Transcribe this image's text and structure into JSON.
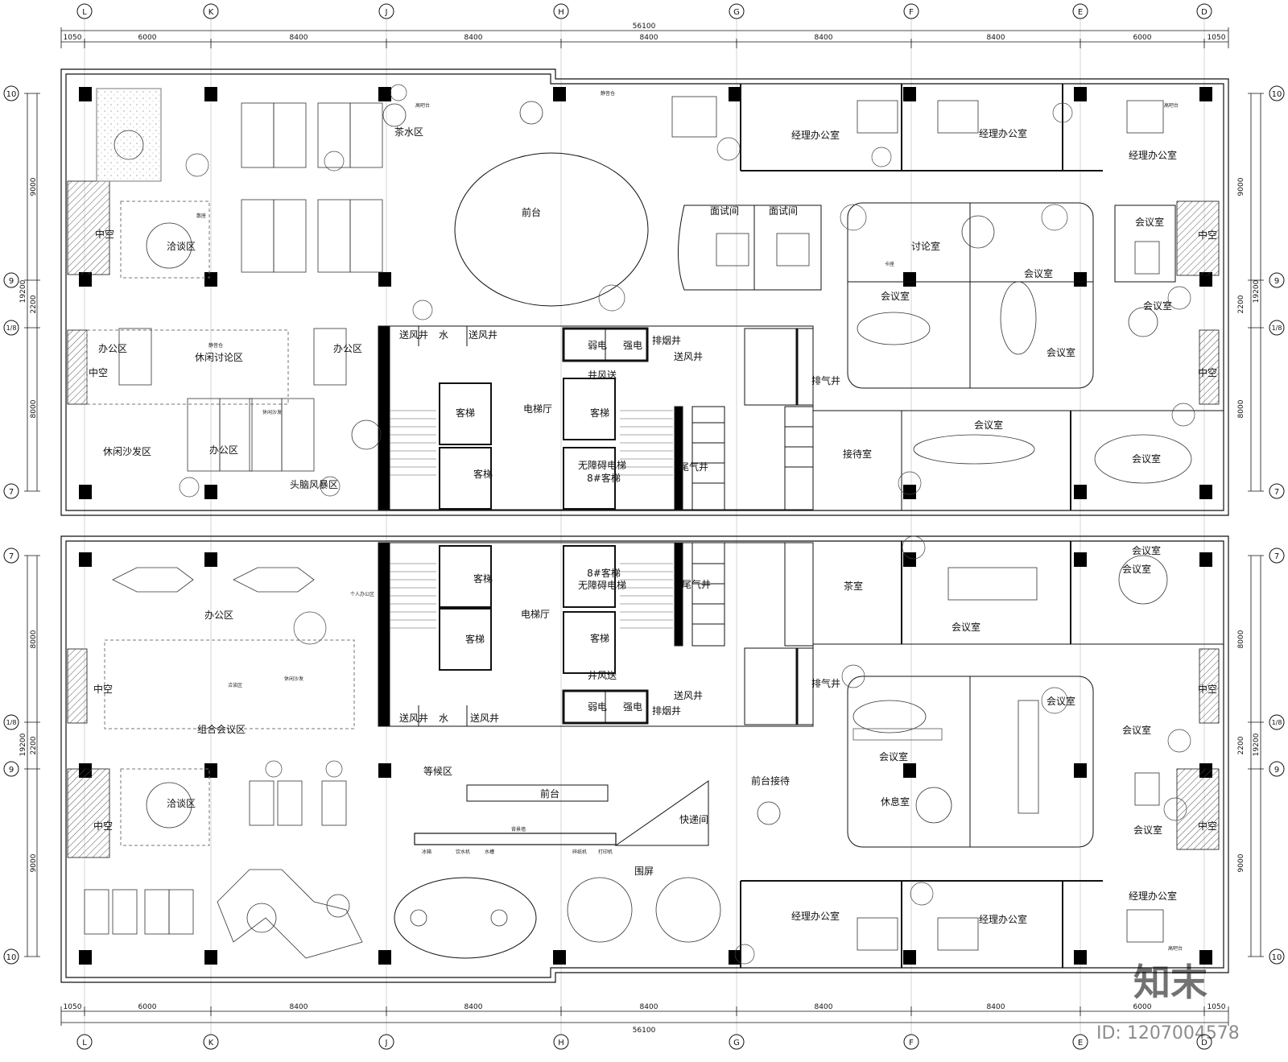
{
  "axes_top": [
    "L",
    "K",
    "J",
    "H",
    "G",
    "F",
    "E",
    "D"
  ],
  "rows_side": {
    "upper": [
      "10",
      "9",
      "1/8",
      "7"
    ],
    "lower": [
      "7",
      "1/8",
      "9",
      "10"
    ]
  },
  "dims": {
    "overall": "56100",
    "cols": [
      "1050",
      "6000",
      "8400",
      "8400",
      "8400",
      "8400",
      "8400",
      "6000",
      "1050"
    ],
    "side_total": "19200",
    "side_upper": [
      "9000",
      "2200",
      "8000"
    ],
    "side_lower": [
      "8000",
      "2200",
      "9000"
    ]
  },
  "upper_rooms": {
    "void1": "中空",
    "negotiation": "洽谈区",
    "office1": "办公区",
    "void2": "中空",
    "leisure_disc": "休闲讨论区",
    "office2": "办公区",
    "leisure_sofa": "休闲沙发区",
    "office3": "办公区",
    "brainstorm": "头脑风暴区",
    "tea": "茶水区",
    "reception": "前台",
    "air1": "送风井",
    "water": "水",
    "air2": "送风井",
    "elevator_hall": "电梯厅",
    "lift1": "客梯",
    "lift2": "客梯",
    "weak": "弱电",
    "strong": "强电",
    "smoke": "排烟井",
    "air3": "送风井",
    "wind": "井风送",
    "lift3": "客梯",
    "lift4": "无障碍电梯",
    "lift4b": "8#客梯",
    "exhaust": "排气井",
    "tail": "尾气井",
    "interview1": "面试间",
    "interview2": "面试间",
    "discussion": "讨论室",
    "meet1": "会议室",
    "meet2": "会议室",
    "meet3": "会议室",
    "meet4": "会议室",
    "meet5": "会议室",
    "meet6": "会议室",
    "meet7": "会议室",
    "manager1": "经理办公室",
    "manager2": "经理办公室",
    "manager3": "经理办公室",
    "void3": "中空",
    "void4": "中空",
    "guest": "接待室"
  },
  "lower_rooms": {
    "void1": "中空",
    "office1": "办公区",
    "combo": "组合会议区",
    "void2": "中空",
    "negotiation": "洽谈区",
    "waiting": "等候区",
    "reception": "前台",
    "front_recv": "前台接待",
    "courier": "快递间",
    "screen": "围屏",
    "elevator_hall": "电梯厅",
    "lift1": "客梯",
    "lift2": "客梯",
    "lift3": "8#客梯",
    "lift3b": "无障碍电梯",
    "lift4": "客梯",
    "tail": "尾气井",
    "wind": "井风送",
    "exhaust": "排气井",
    "air1": "送风井",
    "water": "水",
    "air2": "送风井",
    "weak": "弱电",
    "strong": "强电",
    "smoke": "排烟井",
    "air3": "送风井",
    "tea": "茶室",
    "meet1": "会议室",
    "meet2": "会议室",
    "meet3": "会议室",
    "meet4": "会议室",
    "meet5": "会议室",
    "meet6": "会议室",
    "meet7": "会议室",
    "rest": "休息室",
    "manager1": "经理办公室",
    "manager2": "经理办公室",
    "manager3": "经理办公室",
    "void3": "中空",
    "void4": "中空"
  },
  "small_labels": {
    "bar1": "高吧台",
    "bar2": "高吧台",
    "bar3": "高吧台",
    "quiet": "静音仓",
    "quiet2": "静音仓",
    "card": "卡座",
    "seat": "散座",
    "bg": "背景墙",
    "dispenser": "饮水机",
    "sink": "水槽",
    "fridge": "冰箱",
    "paper": "碎纸机",
    "printer": "打印机",
    "personal": "个人办公区",
    "sofa": "休闲沙发",
    "talk": "洽谈区",
    "leisure_sofa2": "休闲沙发"
  },
  "watermark": {
    "brand": "知末",
    "id": "ID: 1207004578"
  },
  "colors": {
    "line": "#111111",
    "hatch": "#555555",
    "column": "#000000",
    "background": "#ffffff"
  }
}
